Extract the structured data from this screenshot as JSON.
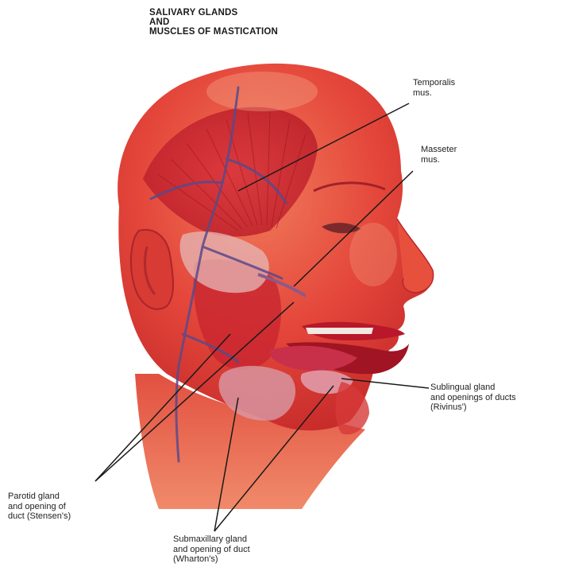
{
  "title": {
    "line1": "SALIVARY GLANDS",
    "line2": "AND",
    "line3": "MUSCLES OF MASTICATION"
  },
  "labels": {
    "temporalis": {
      "line1": "Temporalis",
      "line2": "mus."
    },
    "masseter": {
      "line1": "Masseter",
      "line2": "mus."
    },
    "sublingual": {
      "line1": "Sublingual gland",
      "line2": "and openings of ducts",
      "line3": "(Rivinus')"
    },
    "parotid": {
      "line1": "Parotid gland",
      "line2": "and opening of",
      "line3": "duct (Stensen's)"
    },
    "submaxillary": {
      "line1": "Submaxillary gland",
      "line2": "and opening of duct",
      "line3": "(Wharton's)"
    }
  },
  "colors": {
    "skin": "#e8483a",
    "muscle": "#c8202a",
    "highlight": "#f2a07a",
    "vein": "#5a4a8a",
    "leader": "#1a1a1a"
  }
}
